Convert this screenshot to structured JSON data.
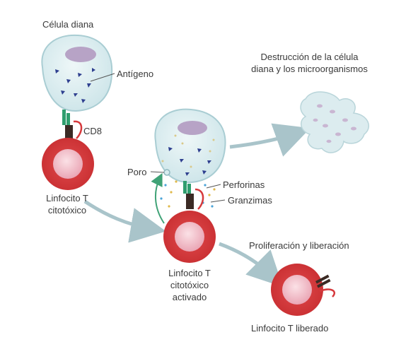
{
  "labels": {
    "target_cell": "Célula diana",
    "antigen": "Antígeno",
    "cd8": "CD8",
    "tcell_line1": "Linfocito T",
    "tcell_line2": "citotóxico",
    "pore": "Poro",
    "perforins": "Perforinas",
    "granzymes": "Granzimas",
    "destruction_line1": "Destrucción de la célula",
    "destruction_line2": "diana y los microorganismos",
    "activated_line1": "Linfocito T",
    "activated_line2": "citotóxico",
    "activated_line3": "activado",
    "proliferation": "Proliferación y liberación",
    "released": "Linfocito T liberado"
  },
  "colors": {
    "target_fill": "#d8ecef",
    "target_stroke": "#a9cdd3",
    "nucleus": "#b7a3c6",
    "antigen": "#2e3f8f",
    "tcell_outer": "#d6393c",
    "tcell_nucleus": "#f0b7c4",
    "receptor_green": "#2f9e6e",
    "receptor_dark": "#3b2a24",
    "arrow": "#a9c4ca",
    "text": "#3a3a3a"
  }
}
